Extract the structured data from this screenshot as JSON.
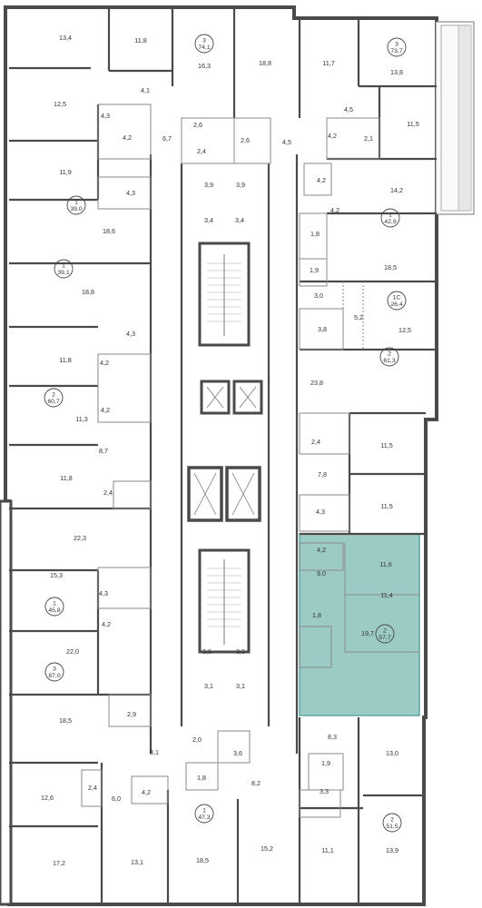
{
  "colors": {
    "wall": "#4a4a4a",
    "thin": "#8a8a8a",
    "floor": "#ffffff",
    "background": "#eeeeee",
    "highlight": "#9ccbc6",
    "highlight_stroke": "#5fa7a0",
    "text": "#333333",
    "window_frame": "#777777"
  },
  "rooms": [
    {
      "id": "r1",
      "area": "13,4"
    },
    {
      "id": "r2",
      "area": "11,8"
    },
    {
      "id": "r3",
      "area": "16,3"
    },
    {
      "id": "r4",
      "area": "18,8"
    },
    {
      "id": "r5",
      "area": "11,7"
    },
    {
      "id": "r6",
      "area": "13,8"
    },
    {
      "id": "r7",
      "area": "4,1"
    },
    {
      "id": "r8",
      "area": "12,5"
    },
    {
      "id": "r9",
      "area": "4,3"
    },
    {
      "id": "r10",
      "area": "4,2"
    },
    {
      "id": "r11",
      "area": "6,7"
    },
    {
      "id": "r12",
      "area": "2,6"
    },
    {
      "id": "r13",
      "area": "2,4"
    },
    {
      "id": "r14",
      "area": "2,6"
    },
    {
      "id": "r15",
      "area": "4,5"
    },
    {
      "id": "r16",
      "area": "4,5"
    },
    {
      "id": "r17",
      "area": "4,2"
    },
    {
      "id": "r18",
      "area": "2,1"
    },
    {
      "id": "r19",
      "area": "11,5"
    },
    {
      "id": "r20",
      "area": "11,9"
    },
    {
      "id": "r21",
      "area": "4,3"
    },
    {
      "id": "r22",
      "area": "3,9"
    },
    {
      "id": "r23",
      "area": "3,9"
    },
    {
      "id": "r24",
      "area": "4,2"
    },
    {
      "id": "r25",
      "area": "14,2"
    },
    {
      "id": "r26",
      "area": "18,6"
    },
    {
      "id": "r27",
      "area": "3,4"
    },
    {
      "id": "r28",
      "area": "3,4"
    },
    {
      "id": "r29",
      "area": "4,2"
    },
    {
      "id": "r30",
      "area": "1,8"
    },
    {
      "id": "r31",
      "area": "18,5"
    },
    {
      "id": "r32",
      "area": "1,9"
    },
    {
      "id": "r33",
      "area": "18,8"
    },
    {
      "id": "r34",
      "area": "3,0"
    },
    {
      "id": "r35",
      "area": "5,2"
    },
    {
      "id": "r36",
      "area": "12,5"
    },
    {
      "id": "r37",
      "area": "3,8"
    },
    {
      "id": "r38",
      "area": "4,3"
    },
    {
      "id": "r39",
      "area": "11,8"
    },
    {
      "id": "r40",
      "area": "4,2"
    },
    {
      "id": "r41",
      "area": "23,8"
    },
    {
      "id": "r42",
      "area": "4,2"
    },
    {
      "id": "r43",
      "area": "11,3"
    },
    {
      "id": "r44",
      "area": "2,4"
    },
    {
      "id": "r45",
      "area": "11,5"
    },
    {
      "id": "r46",
      "area": "8,7"
    },
    {
      "id": "r47",
      "area": "11,8"
    },
    {
      "id": "r48",
      "area": "7,8"
    },
    {
      "id": "r49",
      "area": "2,4"
    },
    {
      "id": "r50",
      "area": "11,5"
    },
    {
      "id": "r51",
      "area": "4,3"
    },
    {
      "id": "r52",
      "area": "22,3"
    },
    {
      "id": "r53",
      "area": "4,2"
    },
    {
      "id": "r54",
      "area": "11,6"
    },
    {
      "id": "r55",
      "area": "15,3"
    },
    {
      "id": "r56",
      "area": "4,3"
    },
    {
      "id": "r57",
      "area": "9,0"
    },
    {
      "id": "r58",
      "area": "4,2"
    },
    {
      "id": "r59",
      "area": "11,4"
    },
    {
      "id": "r60",
      "area": "1,8"
    },
    {
      "id": "r61",
      "area": "22,0"
    },
    {
      "id": "r62",
      "area": "3,6"
    },
    {
      "id": "r63",
      "area": "3,6"
    },
    {
      "id": "r64",
      "area": "19,7"
    },
    {
      "id": "r65",
      "area": "3,1"
    },
    {
      "id": "r66",
      "area": "3,1"
    },
    {
      "id": "r67",
      "area": "2,9"
    },
    {
      "id": "r68",
      "area": "18,5"
    },
    {
      "id": "r69",
      "area": "8,1"
    },
    {
      "id": "r70",
      "area": "2,0"
    },
    {
      "id": "r71",
      "area": "8,3"
    },
    {
      "id": "r72",
      "area": "3,6"
    },
    {
      "id": "r73",
      "area": "13,0"
    },
    {
      "id": "r74",
      "area": "1,9"
    },
    {
      "id": "r75",
      "area": "12,6"
    },
    {
      "id": "r76",
      "area": "2,4"
    },
    {
      "id": "r77",
      "area": "6,0"
    },
    {
      "id": "r78",
      "area": "4,2"
    },
    {
      "id": "r79",
      "area": "1,8"
    },
    {
      "id": "r80",
      "area": "8,2"
    },
    {
      "id": "r81",
      "area": "3,3"
    },
    {
      "id": "r82",
      "area": "17,2"
    },
    {
      "id": "r83",
      "area": "13,1"
    },
    {
      "id": "r84",
      "area": "18,5"
    },
    {
      "id": "r85",
      "area": "15,2"
    },
    {
      "id": "r86",
      "area": "11,1"
    },
    {
      "id": "r87",
      "area": "13,9"
    }
  ],
  "apartments": [
    {
      "id": "a1",
      "rooms": "3",
      "area": "74,1"
    },
    {
      "id": "a2",
      "rooms": "3",
      "area": "73,7"
    },
    {
      "id": "a3",
      "rooms": "1",
      "area": "39,0"
    },
    {
      "id": "a4",
      "rooms": "1",
      "area": "42,9"
    },
    {
      "id": "a5",
      "rooms": "1",
      "area": "39,1"
    },
    {
      "id": "a6",
      "rooms": "1С",
      "area": "26,4"
    },
    {
      "id": "a7",
      "rooms": "2",
      "area": "61,3"
    },
    {
      "id": "a8",
      "rooms": "2",
      "area": "60,7"
    },
    {
      "id": "a9",
      "rooms": "2",
      "area": "57,7",
      "highlighted": true
    },
    {
      "id": "a10",
      "rooms": "1",
      "area": "45,8"
    },
    {
      "id": "a11",
      "rooms": "3",
      "area": "87,0"
    },
    {
      "id": "a12",
      "rooms": "1",
      "area": "47,3"
    },
    {
      "id": "a13",
      "rooms": "2",
      "area": "51,5"
    }
  ]
}
